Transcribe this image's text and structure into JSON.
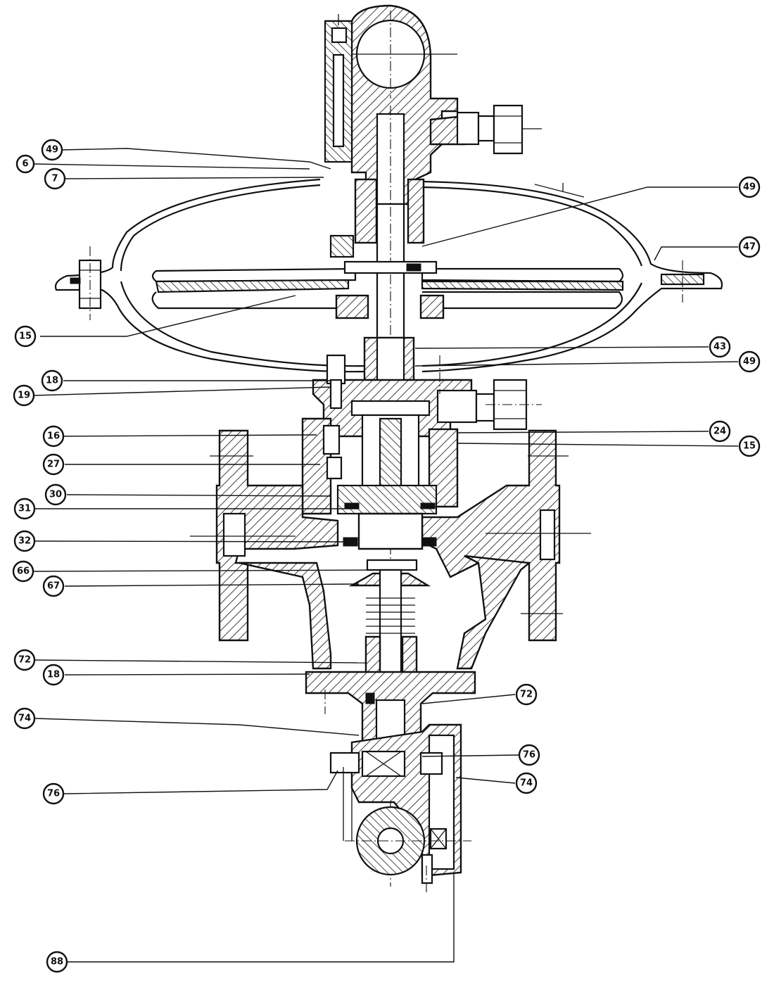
{
  "callouts": [
    {
      "id": "c1",
      "label": "49"
    },
    {
      "id": "c2",
      "label": "6"
    },
    {
      "id": "c3",
      "label": "7"
    },
    {
      "id": "c4",
      "label": "15"
    },
    {
      "id": "c5",
      "label": "18"
    },
    {
      "id": "c6",
      "label": "19"
    },
    {
      "id": "c7",
      "label": "16"
    },
    {
      "id": "c8",
      "label": "27"
    },
    {
      "id": "c9",
      "label": "30"
    },
    {
      "id": "c10",
      "label": "31"
    },
    {
      "id": "c11",
      "label": "32"
    },
    {
      "id": "c12",
      "label": "66"
    },
    {
      "id": "c13",
      "label": "67"
    },
    {
      "id": "c14",
      "label": "72"
    },
    {
      "id": "c15",
      "label": "18"
    },
    {
      "id": "c16",
      "label": "74"
    },
    {
      "id": "c17",
      "label": "76"
    },
    {
      "id": "c18",
      "label": "88"
    },
    {
      "id": "c19",
      "label": "49"
    },
    {
      "id": "c20",
      "label": "47"
    },
    {
      "id": "c21",
      "label": "43"
    },
    {
      "id": "c22",
      "label": "49"
    },
    {
      "id": "c23",
      "label": "24"
    },
    {
      "id": "c24",
      "label": "15"
    },
    {
      "id": "c25",
      "label": "72"
    },
    {
      "id": "c26",
      "label": "76"
    },
    {
      "id": "c27",
      "label": "74"
    }
  ]
}
